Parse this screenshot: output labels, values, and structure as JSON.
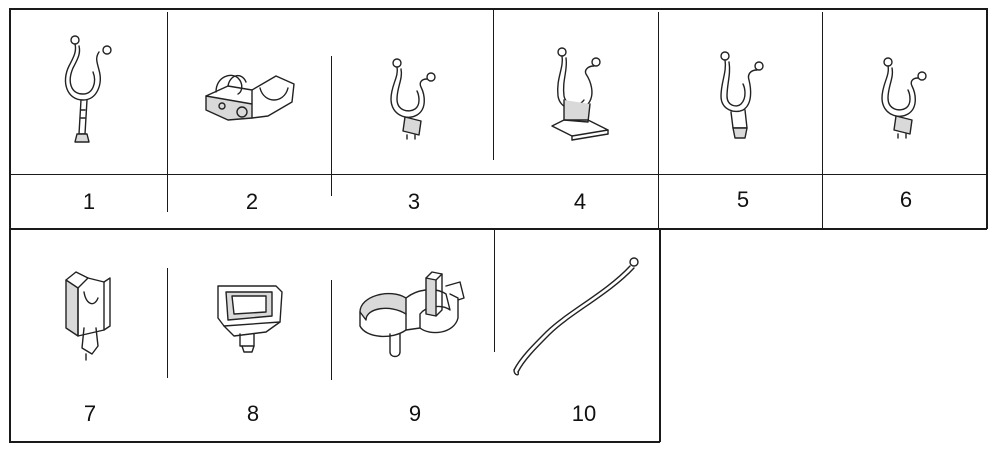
{
  "figure": {
    "parts": [
      {
        "id": 1,
        "label": "1",
        "kind": "loop-clip-with-stem"
      },
      {
        "id": 2,
        "label": "2",
        "kind": "saddle-clamp"
      },
      {
        "id": 3,
        "label": "3",
        "kind": "wire-clip-small"
      },
      {
        "id": 4,
        "label": "4",
        "kind": "wire-clip-bracket"
      },
      {
        "id": 5,
        "label": "5",
        "kind": "wire-clip-pin"
      },
      {
        "id": 6,
        "label": "6",
        "kind": "wire-clip-small"
      },
      {
        "id": 7,
        "label": "7",
        "kind": "channel-clip"
      },
      {
        "id": 8,
        "label": "8",
        "kind": "frame-clip"
      },
      {
        "id": 9,
        "label": "9",
        "kind": "double-band-clamp"
      },
      {
        "id": 10,
        "label": "10",
        "kind": "cable-tie"
      }
    ]
  }
}
